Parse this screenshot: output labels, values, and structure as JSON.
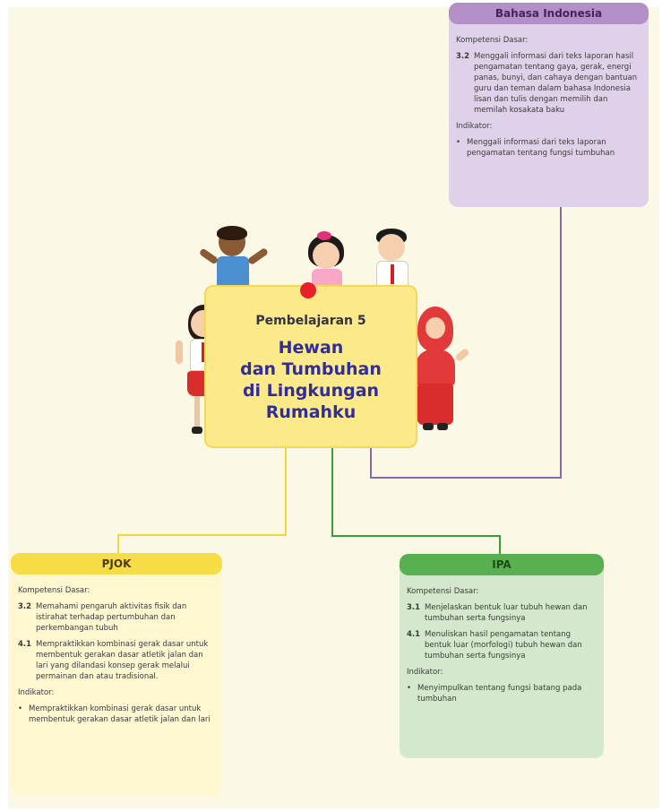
{
  "center": {
    "subtitle": "Pembelajaran 5",
    "title_lines": [
      "Hewan",
      "dan Tumbuhan",
      "di Lingkungan",
      "Rumahku"
    ]
  },
  "bahasa_indonesia": {
    "header": "Bahasa Indonesia",
    "kd_label": "Kompetensi Dasar:",
    "kd": [
      {
        "num": "3.2",
        "text": "Menggali informasi dari teks laporan hasil pengamatan tentang gaya, gerak, energi panas, bunyi, dan cahaya dengan bantuan guru dan teman dalam bahasa Indonesia lisan dan tulis dengan memilih dan memilah kosakata baku"
      }
    ],
    "ind_label": "Indikator:",
    "indicators": [
      "Menggali informasi dari teks laporan pengamatan tentang fungsi tumbuhan"
    ]
  },
  "pjok": {
    "header": "PJOK",
    "kd_label": "Kompetensi Dasar:",
    "kd": [
      {
        "num": "3.2",
        "text": "Memahami pengaruh aktivitas fisik dan istirahat terhadap pertumbuhan dan perkembangan tubuh"
      },
      {
        "num": "4.1",
        "text": "Mempraktikkan kombinasi gerak dasar untuk membentuk gerakan dasar atletik jalan dan lari yang dilandasi konsep gerak melalui permainan dan atau tradisional."
      }
    ],
    "ind_label": "Indikator:",
    "indicators": [
      "Mempraktikkan kombinasi gerak dasar untuk membentuk gerakan dasar atletik jalan dan lari"
    ]
  },
  "ipa": {
    "header": "IPA",
    "kd_label": "Kompetensi Dasar:",
    "kd": [
      {
        "num": "3.1",
        "text": "Menjelaskan bentuk luar tubuh hewan dan tumbuhan serta fungsinya"
      },
      {
        "num": "4.1",
        "text": "Menuliskan hasil pengamatan tentang bentuk luar (morfologi) tubuh hewan dan tumbuhan serta fungsinya"
      }
    ],
    "ind_label": "Indikator:",
    "indicators": [
      "Menyimpulkan tentang fungsi batang pada tumbuhan"
    ]
  },
  "colors": {
    "bi_header": "#b28fc6",
    "bi_body": "#e0d1ea",
    "pjok_header": "#f6dd46",
    "pjok_body": "#fff7d0",
    "ipa_header": "#58b050",
    "ipa_body": "#d4e8cd",
    "scroll": "#fbe98a",
    "title": "#2f2e9a"
  }
}
